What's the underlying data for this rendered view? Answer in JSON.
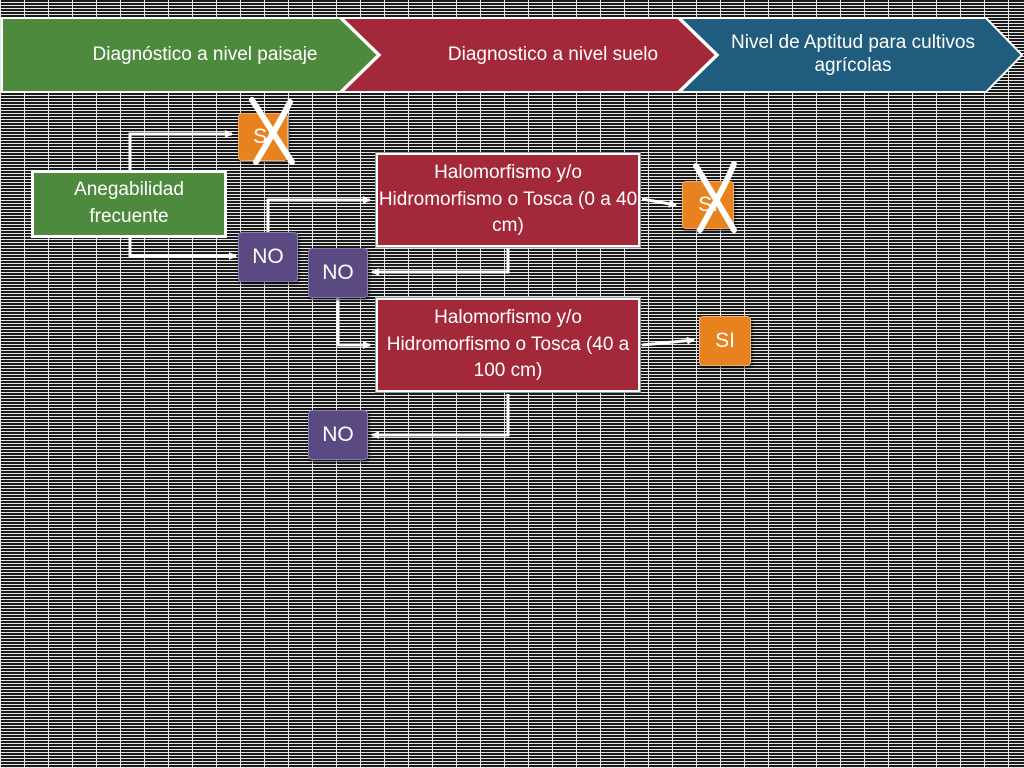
{
  "header": {
    "stage1": "Diagnóstico a nivel paisaje",
    "stage2": "Diagnostico a nivel suelo",
    "stage3": "Nivel de Aptitud para cultivos agrícolas"
  },
  "flow": {
    "anegabilidad": "Anegabilidad frecuente",
    "halo_0_40": "Halomorfismo y/o Hidromorfismo o Tosca (0 a 40 cm)",
    "halo_40_100": "Halomorfismo y/o Hidromorfismo o Tosca (40 a 100 cm)",
    "si_1": "SI",
    "si_2": "SI",
    "si_3": "SI",
    "no_1": "NO",
    "no_2": "NO",
    "no_3": "NO"
  },
  "colors": {
    "landscape": "#4e8a3e",
    "soil": "#a3283a",
    "aptitude": "#1f5c7e",
    "no": "#5b4a82",
    "si": "#e8821e"
  }
}
